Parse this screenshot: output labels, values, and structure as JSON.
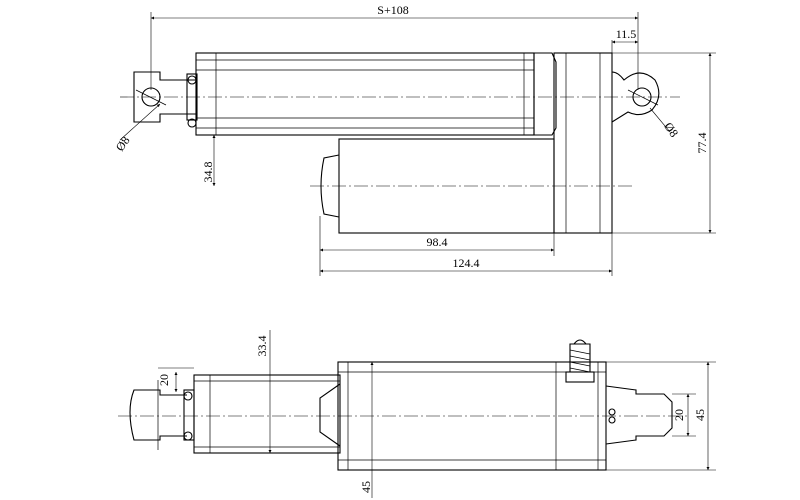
{
  "drawing": {
    "views": [
      "top-view",
      "bottom-view"
    ],
    "dimensions": {
      "overall_length": "S+108",
      "rear_offset": "11.5",
      "rod_eye_dia": "Ø8",
      "rear_eye_dia": "Ø8",
      "total_height": "77.4",
      "motor_height": "34.8",
      "motor_length": "98.4",
      "motor_total_length": "124.4",
      "tube_height": "33.4",
      "rod_width": "20",
      "rear_clevis_width": "20",
      "rear_body_height": "45",
      "body_width": "45"
    }
  }
}
